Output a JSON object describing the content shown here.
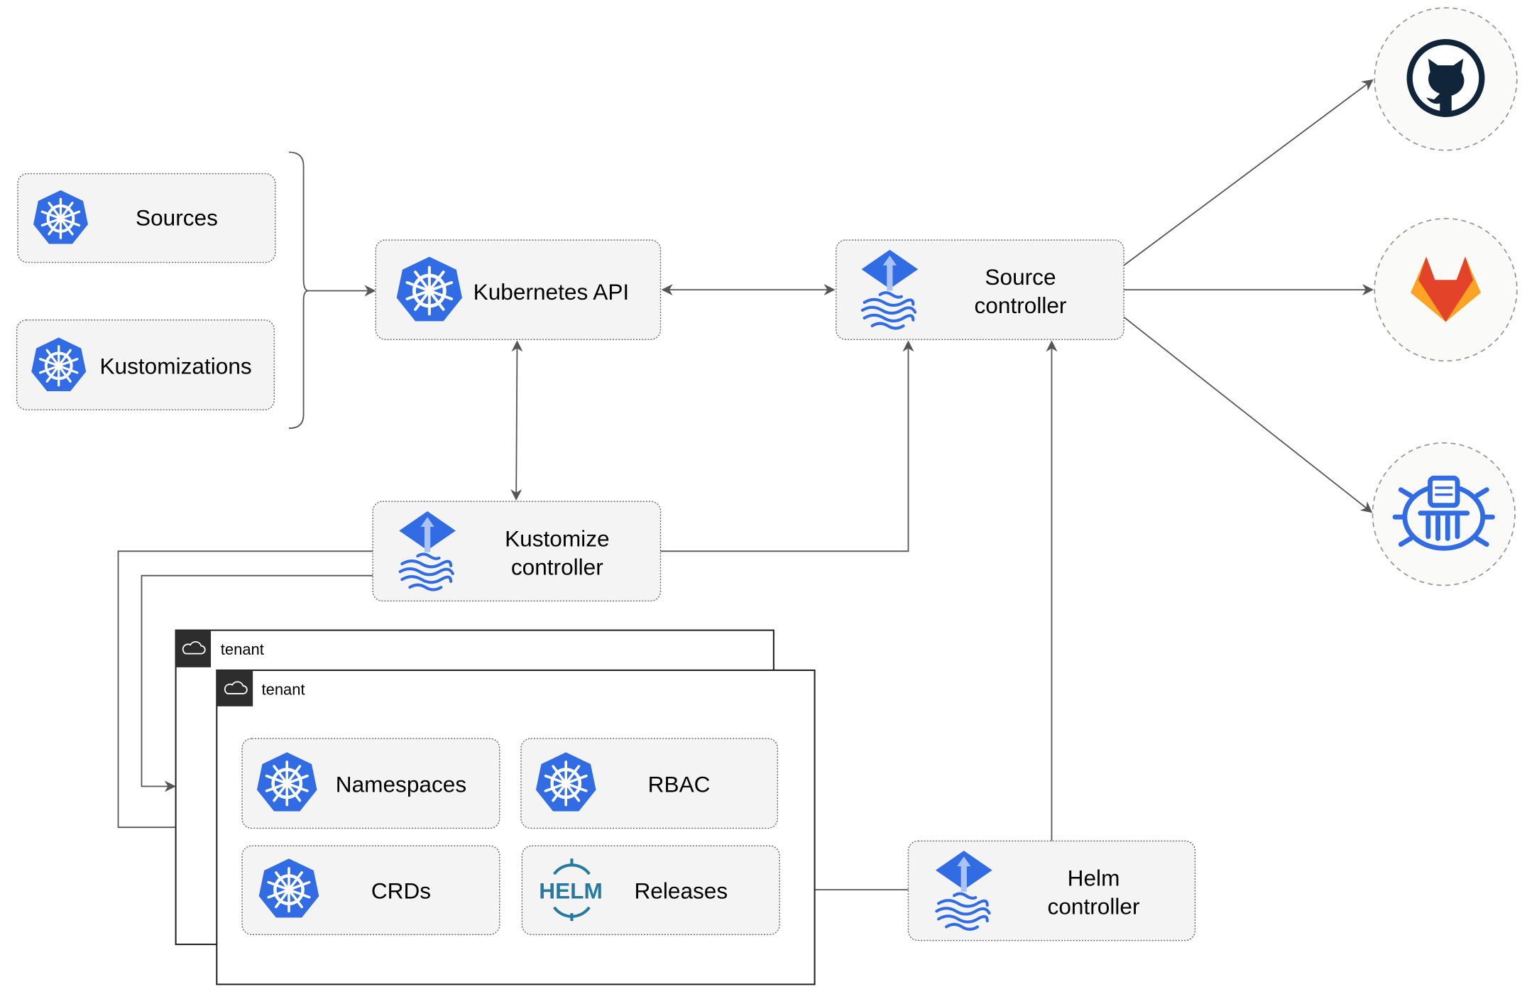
{
  "nodes": {
    "sources": "Sources",
    "kustomizations": "Kustomizations",
    "kubernetes_api": "Kubernetes API",
    "source_controller": [
      "Source",
      "controller"
    ],
    "kustomize_controller": [
      "Kustomize",
      "controller"
    ],
    "helm_controller": [
      "Helm",
      "controller"
    ],
    "tenant_back": "tenant",
    "tenant_front": "tenant",
    "namespaces": "Namespaces",
    "rbac": "RBAC",
    "crds": "CRDs",
    "releases": "Releases",
    "helm_logo_text": "HELM"
  },
  "external_sources": [
    "github-icon",
    "gitlab-icon",
    "bucket-icon"
  ],
  "colors": {
    "kubernetes_blue": "#326ce5",
    "flux_blue": "#326ce5",
    "helm_blue": "#277a9f",
    "gitlab_orange": "#e24329",
    "github_dark": "#10253a"
  }
}
